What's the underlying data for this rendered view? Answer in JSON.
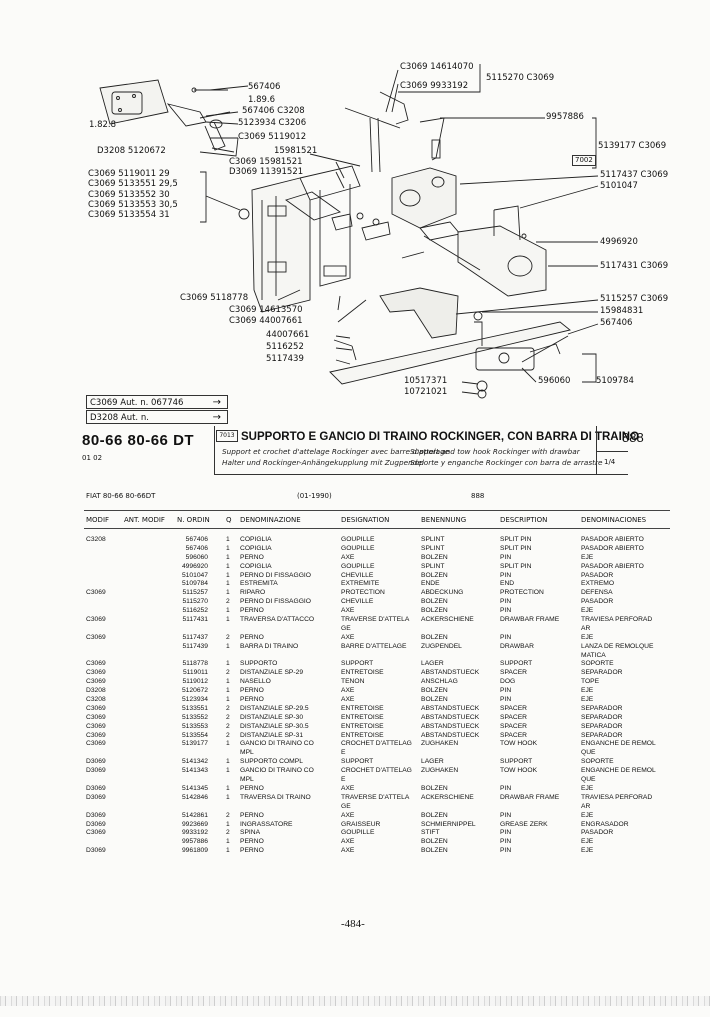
{
  "callouts": [
    {
      "text": "C3069 14614070"
    },
    {
      "text": "5115270 C3069"
    },
    {
      "text": "C3069 9933192"
    },
    {
      "text": "567406"
    },
    {
      "text": "1.89.6"
    },
    {
      "text": "1.82.8"
    },
    {
      "text": "567406 C3208"
    },
    {
      "text": "5123934 C3206"
    },
    {
      "text": "C3069 5119012"
    },
    {
      "text": "D3208 5120672"
    },
    {
      "text": "15981521"
    },
    {
      "text": "C3069 15981521"
    },
    {
      "text": "D3069 11391521"
    },
    {
      "text": "9957886"
    },
    {
      "text": "5139177 C3069"
    },
    {
      "text": "7002"
    },
    {
      "text": "5117437 C3069"
    },
    {
      "text": "5101047"
    },
    {
      "text": "C3069 5119011 29"
    },
    {
      "text": "C3069 5133551 29,5"
    },
    {
      "text": "C3069 5133552 30"
    },
    {
      "text": "C3069 5133553 30,5"
    },
    {
      "text": "C3069 5133554 31"
    },
    {
      "text": "4996920"
    },
    {
      "text": "5117431 C3069"
    },
    {
      "text": "C3069 5118778"
    },
    {
      "text": "C3069 14613570"
    },
    {
      "text": "C3069 44007661"
    },
    {
      "text": "5115257 C3069"
    },
    {
      "text": "15984831"
    },
    {
      "text": "567406"
    },
    {
      "text": "44007661"
    },
    {
      "text": "5116252"
    },
    {
      "text": "5117439"
    },
    {
      "text": "10517371"
    },
    {
      "text": "10721021"
    },
    {
      "text": "596060"
    },
    {
      "text": "5109784"
    }
  ],
  "aut": [
    {
      "label": "C3069  Aut. n.  067746"
    },
    {
      "label": "D3208  Aut. n."
    }
  ],
  "header": {
    "models": "80-66  80-66 DT",
    "models_sub": "01  02",
    "box_code": "7013",
    "title": "SUPPORTO E GANCIO DI TRAINO ROCKINGER, CON BARRA DI TRAINO",
    "tr_fr": "Support et crochet d'attelage Rockinger avec barre d'attelage",
    "tr_en": "Support and tow hook Rockinger with drawbar",
    "tr_de": "Halter und Rockinger-Anhängekupplung mit Zugpendel",
    "tr_es": "Soporte y enganche Rockinger con barra de arrastre",
    "group": "888",
    "sheet": "1/4"
  },
  "table_meta": {
    "fiat": "FIAT 80-66 80-66DT",
    "date": "(01-1990)",
    "group": "888",
    "columns": [
      "MODIF",
      "ANT. MODIF",
      "N. ORDIN",
      "Q",
      "DENOMINAZIONE",
      "DESIGNATION",
      "BENENNUNG",
      "DESCRIPTION",
      "DENOMINACIONES"
    ]
  },
  "rows": [
    {
      "modif": "C3208",
      "ord": "567406",
      "q": "1",
      "it": "COPIGLIA",
      "fr": "GOUPILLE",
      "de": "SPLINT",
      "en": "SPLIT PIN",
      "es": "PASADOR ABIERTO"
    },
    {
      "modif": "",
      "ord": "567406",
      "q": "1",
      "it": "COPIGLIA",
      "fr": "GOUPILLE",
      "de": "SPLINT",
      "en": "SPLIT PIN",
      "es": "PASADOR ABIERTO"
    },
    {
      "modif": "",
      "ord": "596060",
      "q": "1",
      "it": "PERNO",
      "fr": "AXE",
      "de": "BOLZEN",
      "en": "PIN",
      "es": "EJE"
    },
    {
      "modif": "",
      "ord": "4996920",
      "q": "1",
      "it": "COPIGLIA",
      "fr": "GOUPILLE",
      "de": "SPLINT",
      "en": "SPLIT PIN",
      "es": "PASADOR ABIERTO"
    },
    {
      "modif": "",
      "ord": "5101047",
      "q": "1",
      "it": "PERNO DI FISSAGGIO",
      "fr": "CHEVILLE",
      "de": "BOLZEN",
      "en": "PIN",
      "es": "PASADOR"
    },
    {
      "modif": "",
      "ord": "5109784",
      "q": "1",
      "it": "ESTREMITA",
      "fr": "EXTREMITE",
      "de": "ENDE",
      "en": "END",
      "es": "EXTREMO"
    },
    {
      "modif": "C3069",
      "ord": "5115257",
      "q": "1",
      "it": "RIPARO",
      "fr": "PROTECTION",
      "de": "ABDECKUNG",
      "en": "PROTECTION",
      "es": "DEFENSA"
    },
    {
      "modif": "",
      "ord": "5115270",
      "q": "2",
      "it": "PERNO DI FISSAGGIO",
      "fr": "CHEVILLE",
      "de": "BOLZEN",
      "en": "PIN",
      "es": "PASADOR"
    },
    {
      "modif": "",
      "ord": "5116252",
      "q": "1",
      "it": "PERNO",
      "fr": "AXE",
      "de": "BOLZEN",
      "en": "PIN",
      "es": "EJE"
    },
    {
      "modif": "C3069",
      "ord": "5117431",
      "q": "1",
      "it": "TRAVERSA D'ATTACCO",
      "fr": "TRAVERSE D'ATTELA",
      "de": "ACKERSCHIENE",
      "en": "DRAWBAR FRAME",
      "es": "TRAVIESA PERFORAD"
    },
    {
      "modif": "",
      "ord": "",
      "q": "",
      "it": "",
      "fr": "GE",
      "de": "",
      "en": "",
      "es": "AR"
    },
    {
      "modif": "C3069",
      "ord": "5117437",
      "q": "2",
      "it": "PERNO",
      "fr": "AXE",
      "de": "BOLZEN",
      "en": "PIN",
      "es": "EJE"
    },
    {
      "modif": "",
      "ord": "5117439",
      "q": "1",
      "it": "BARRA DI TRAINO",
      "fr": "BARRE D'ATTELAGE",
      "de": "ZUGPENDEL",
      "en": "DRAWBAR",
      "es": "LANZA DE REMOLQUE"
    },
    {
      "modif": "",
      "ord": "",
      "q": "",
      "it": "",
      "fr": "",
      "de": "",
      "en": "",
      "es": "MATICA"
    },
    {
      "modif": "C3069",
      "ord": "5118778",
      "q": "1",
      "it": "SUPPORTO",
      "fr": "SUPPORT",
      "de": "LAGER",
      "en": "SUPPORT",
      "es": "SOPORTE"
    },
    {
      "modif": "C3069",
      "ord": "5119011",
      "q": "2",
      "it": "DISTANZIALE SP-29",
      "fr": "ENTRETOISE",
      "de": "ABSTANDSTUECK",
      "en": "SPACER",
      "es": "SEPARADOR"
    },
    {
      "modif": "C3069",
      "ord": "5119012",
      "q": "1",
      "it": "NASELLO",
      "fr": "TENON",
      "de": "ANSCHLAG",
      "en": "DOG",
      "es": "TOPE"
    },
    {
      "modif": "D3208",
      "ord": "5120672",
      "q": "1",
      "it": "PERNO",
      "fr": "AXE",
      "de": "BOLZEN",
      "en": "PIN",
      "es": "EJE"
    },
    {
      "modif": "C3208",
      "ord": "5123934",
      "q": "1",
      "it": "PERNO",
      "fr": "AXE",
      "de": "BOLZEN",
      "en": "PIN",
      "es": "EJE"
    },
    {
      "modif": "C3069",
      "ord": "5133551",
      "q": "2",
      "it": "DISTANZIALE SP-29.5",
      "fr": "ENTRETOISE",
      "de": "ABSTANDSTUECK",
      "en": "SPACER",
      "es": "SEPARADOR"
    },
    {
      "modif": "C3069",
      "ord": "5133552",
      "q": "2",
      "it": "DISTANZIALE SP-30",
      "fr": "ENTRETOISE",
      "de": "ABSTANDSTUECK",
      "en": "SPACER",
      "es": "SEPARADOR"
    },
    {
      "modif": "C3069",
      "ord": "5133553",
      "q": "2",
      "it": "DISTANZIALE SP-30.5",
      "fr": "ENTRETOISE",
      "de": "ABSTANDSTUECK",
      "en": "SPACER",
      "es": "SEPARADOR"
    },
    {
      "modif": "C3069",
      "ord": "5133554",
      "q": "2",
      "it": "DISTANZIALE SP-31",
      "fr": "ENTRETOISE",
      "de": "ABSTANDSTUECK",
      "en": "SPACER",
      "es": "SEPARADOR"
    },
    {
      "modif": "C3069",
      "ord": "5139177",
      "q": "1",
      "it": "GANCIO DI TRAINO CO",
      "fr": "CROCHET D'ATTELAG",
      "de": "ZUGHAKEN",
      "en": "TOW HOOK",
      "es": "ENGANCHE DE REMOL"
    },
    {
      "modif": "",
      "ord": "",
      "q": "",
      "it": "MPL",
      "fr": "E",
      "de": "",
      "en": "",
      "es": "QUE"
    },
    {
      "modif": "D3069",
      "ord": "5141342",
      "q": "1",
      "it": "SUPPORTO COMPL",
      "fr": "SUPPORT",
      "de": "LAGER",
      "en": "SUPPORT",
      "es": "SOPORTE"
    },
    {
      "modif": "D3069",
      "ord": "5141343",
      "q": "1",
      "it": "GANCIO DI TRAINO CO",
      "fr": "CROCHET D'ATTELAG",
      "de": "ZUGHAKEN",
      "en": "TOW HOOK",
      "es": "ENGANCHE DE REMOL"
    },
    {
      "modif": "",
      "ord": "",
      "q": "",
      "it": "MPL",
      "fr": "E",
      "de": "",
      "en": "",
      "es": "QUE"
    },
    {
      "modif": "D3069",
      "ord": "5141345",
      "q": "1",
      "it": "PERNO",
      "fr": "AXE",
      "de": "BOLZEN",
      "en": "PIN",
      "es": "EJE"
    },
    {
      "modif": "D3069",
      "ord": "5142846",
      "q": "1",
      "it": "TRAVERSA DI TRAINO",
      "fr": "TRAVERSE D'ATTELA",
      "de": "ACKERSCHIENE",
      "en": "DRAWBAR FRAME",
      "es": "TRAVIESA PERFORAD"
    },
    {
      "modif": "",
      "ord": "",
      "q": "",
      "it": "",
      "fr": "GE",
      "de": "",
      "en": "",
      "es": "AR"
    },
    {
      "modif": "D3069",
      "ord": "5142861",
      "q": "2",
      "it": "PERNO",
      "fr": "AXE",
      "de": "BOLZEN",
      "en": "PIN",
      "es": "EJE"
    },
    {
      "modif": "D3069",
      "ord": "9923669",
      "q": "1",
      "it": "INGRASSATORE",
      "fr": "GRAISSEUR",
      "de": "SCHMIERNIPPEL",
      "en": "GREASE ZERK",
      "es": "ENGRASADOR"
    },
    {
      "modif": "C3069",
      "ord": "9933192",
      "q": "2",
      "it": "SPINA",
      "fr": "GOUPILLE",
      "de": "STIFT",
      "en": "PIN",
      "es": "PASADOR"
    },
    {
      "modif": "",
      "ord": "9957886",
      "q": "1",
      "it": "PERNO",
      "fr": "AXE",
      "de": "BOLZEN",
      "en": "PIN",
      "es": "EJE"
    },
    {
      "modif": "D3069",
      "ord": "9961809",
      "q": "1",
      "it": "PERNO",
      "fr": "AXE",
      "de": "BOLZEN",
      "en": "PIN",
      "es": "EJE"
    }
  ],
  "page_number": "-484-"
}
